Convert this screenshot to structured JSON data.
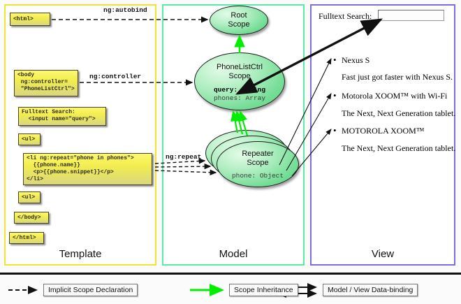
{
  "columns": [
    {
      "id": "template",
      "label": "Template",
      "border_color": "#f2e530"
    },
    {
      "id": "model",
      "label": "Model",
      "border_color": "#56eea4"
    },
    {
      "id": "view",
      "label": "View",
      "border_color": "#7b6fe0"
    }
  ],
  "template": {
    "boxes": [
      {
        "name": "html-open",
        "text": "<html>"
      },
      {
        "name": "body-open",
        "text": "<body\n ng:controller=\n \"PhoneListCtrl\">"
      },
      {
        "name": "search-markup",
        "text": "Fulltext Search:\n  <input name=\"query\">"
      },
      {
        "name": "ul-open",
        "text": "<ul>"
      },
      {
        "name": "li-repeat",
        "text": "<li ng:repeat=\"phone in phones\">\n  {{phone.name}}\n  <p>{{phone.snippet}}</p>\n</li>"
      },
      {
        "name": "ul-close",
        "text": "<ul>"
      },
      {
        "name": "body-close",
        "text": "</body>"
      },
      {
        "name": "html-close",
        "text": "</html>"
      }
    ]
  },
  "connectors": {
    "autobind": "ng:autobind",
    "controller": "ng:controller",
    "repeat": "ng:repeat"
  },
  "model": {
    "scopes": [
      {
        "name": "root-scope",
        "title_line1": "Root",
        "title_line2": "Scope",
        "props": []
      },
      {
        "name": "phonelistctrl-scope",
        "title_line1": "PhoneListCtrl",
        "title_line2": "Scope",
        "props": [
          {
            "text": "query: String",
            "bold": true
          },
          {
            "text": "phones: Array",
            "bold": false
          }
        ]
      },
      {
        "name": "repeater-scope",
        "title_line1": "Repeater",
        "title_line2": "Scope",
        "props": [
          {
            "text": "phone: Object",
            "bold": false
          }
        ]
      }
    ]
  },
  "view": {
    "search_label": "Fulltext Search:",
    "search_value": "",
    "search_placeholder": "",
    "items": [
      {
        "title": "Nexus S",
        "snippet": "Fast just got faster with Nexus S."
      },
      {
        "title": "Motorola XOOM™  with Wi-Fi",
        "snippet": "The Next, Next Generation tablet."
      },
      {
        "title": "MOTOROLA XOOM™",
        "snippet": "The Next, Next Generation tablet."
      }
    ]
  },
  "legend": [
    {
      "name": "implicit-scope-declaration",
      "label": "Implicit Scope Declaration",
      "style": "dashed-arrow",
      "color": "#111111"
    },
    {
      "name": "scope-inheritance",
      "label": "Scope Inheritance",
      "style": "green-arrow",
      "color": "#00ee00"
    },
    {
      "name": "model-view-data-binding",
      "label": "Model / View Data-binding",
      "style": "double-arrow",
      "color": "#111111"
    }
  ]
}
